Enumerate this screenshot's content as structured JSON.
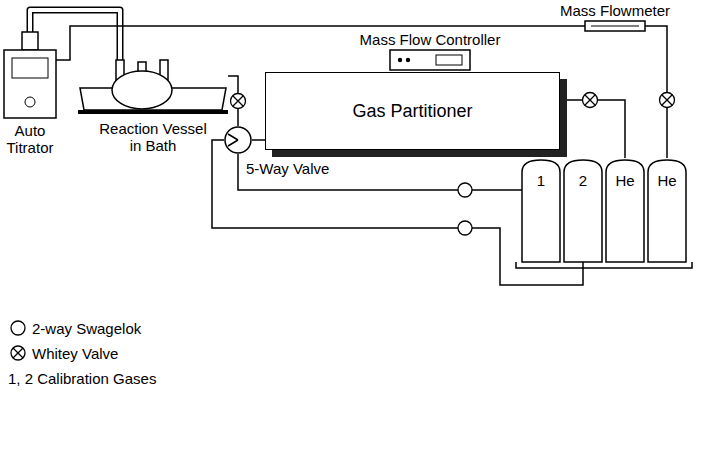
{
  "diagram": {
    "nodes": [
      {
        "text": [
          "Mass Flowmeter"
        ]
      },
      {
        "text": [
          "Mass Flow Controller"
        ]
      },
      {
        "text": [
          "Gas Partitioner"
        ]
      },
      {
        "text": [
          "Auto Titrator"
        ]
      },
      {
        "text": [
          "Reaction Vessel in Bath"
        ]
      },
      {
        "text": [
          "5-Way Valve"
        ]
      },
      {
        "text": [
          "1"
        ]
      },
      {
        "text": [
          "2"
        ]
      },
      {
        "text": [
          "He"
        ]
      },
      {
        "text": [
          "He"
        ]
      }
    ],
    "edges": [
      {
        "from": 3,
        "to": 4,
        "arrow": "none"
      },
      {
        "from": 3,
        "to": 0,
        "arrow": "none"
      },
      {
        "from": 4,
        "to": 5,
        "arrow": "none"
      },
      {
        "from": 5,
        "to": 2,
        "arrow": "none"
      },
      {
        "from": 2,
        "to": 8,
        "arrow": "none"
      },
      {
        "from": 0,
        "to": 9,
        "arrow": "none"
      },
      {
        "from": 5,
        "to": 6,
        "arrow": "none"
      },
      {
        "from": 5,
        "to": 7,
        "arrow": "none"
      }
    ],
    "legend": [
      {
        "text": "2-way Swagelok"
      },
      {
        "text": "Whitey Valve"
      },
      {
        "text": "1, 2 Calibration Gases"
      }
    ]
  }
}
